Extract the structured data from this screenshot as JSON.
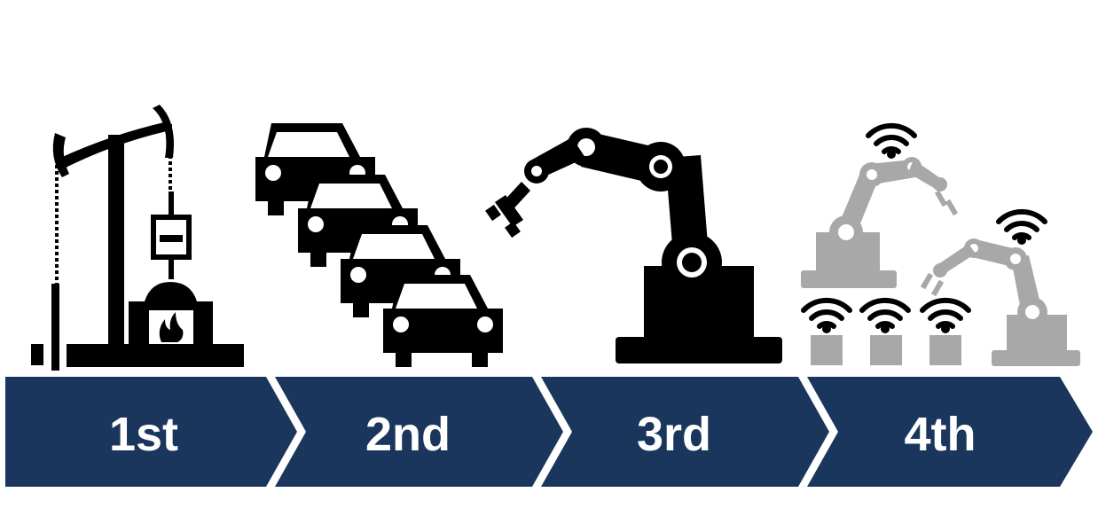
{
  "stages": [
    {
      "label": "1st",
      "icon": "oil-pump-steam-engine-icon"
    },
    {
      "label": "2nd",
      "icon": "car-assembly-line-icon"
    },
    {
      "label": "3rd",
      "icon": "robotic-arm-icon"
    },
    {
      "label": "4th",
      "icon": "connected-robots-wifi-icon"
    }
  ],
  "colors": {
    "arrow": "#1b365d",
    "icon_black": "#000000",
    "icon_gray": "#a8a8a8",
    "background": "#ffffff"
  }
}
